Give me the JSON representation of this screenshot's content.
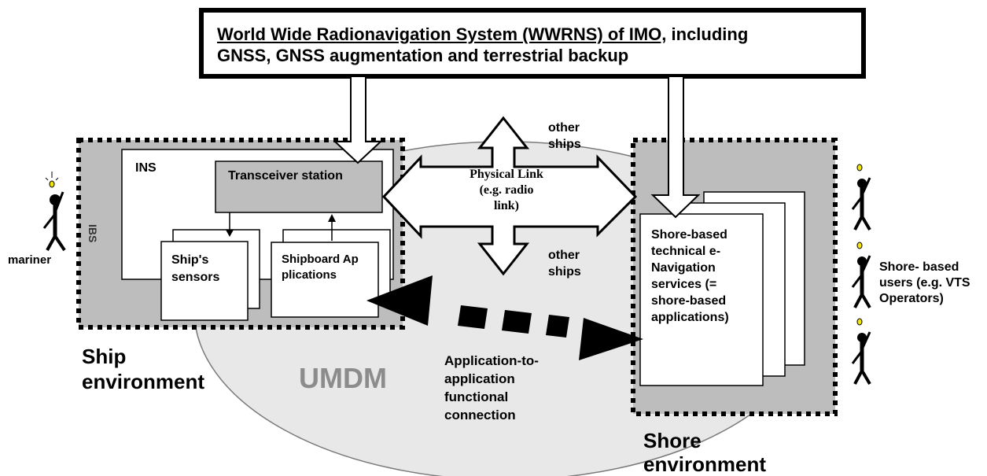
{
  "wwrns": {
    "underlined": "World Wide Radionavigation System (WWRNS) of IMO,",
    "rest_line1": " including",
    "line2": "GNSS, GNSS augmentation and terrestrial backup"
  },
  "ship": {
    "ins_label": "INS",
    "ibs_label": "IBS",
    "transceiver_label": "Transceiver station",
    "sensors_label": "Ship's sensors",
    "applications_label": "Shipboard Applications",
    "environment_label": "Ship environment",
    "mariner_label": "mariner"
  },
  "physical_link": {
    "label": "Physical Link (e.g. radio link)",
    "other_ships_top": "other ships",
    "other_ships_bottom": "other ships"
  },
  "connection": {
    "label": "Application-to-application functional connection"
  },
  "umdm_label": "UMDM",
  "shore": {
    "services_label": "Shore-based technical e-Navigation services (= shore-based applications)",
    "environment_label": "Shore environment",
    "users_label": "Shore- based users (e.g. VTS Operators)"
  },
  "colors": {
    "ship_fill": "#bdbdbd",
    "ellipse_fill": "#e8e8e8",
    "umdm_text": "#8c8c8c",
    "transceiver_fill": "#bebebe"
  }
}
